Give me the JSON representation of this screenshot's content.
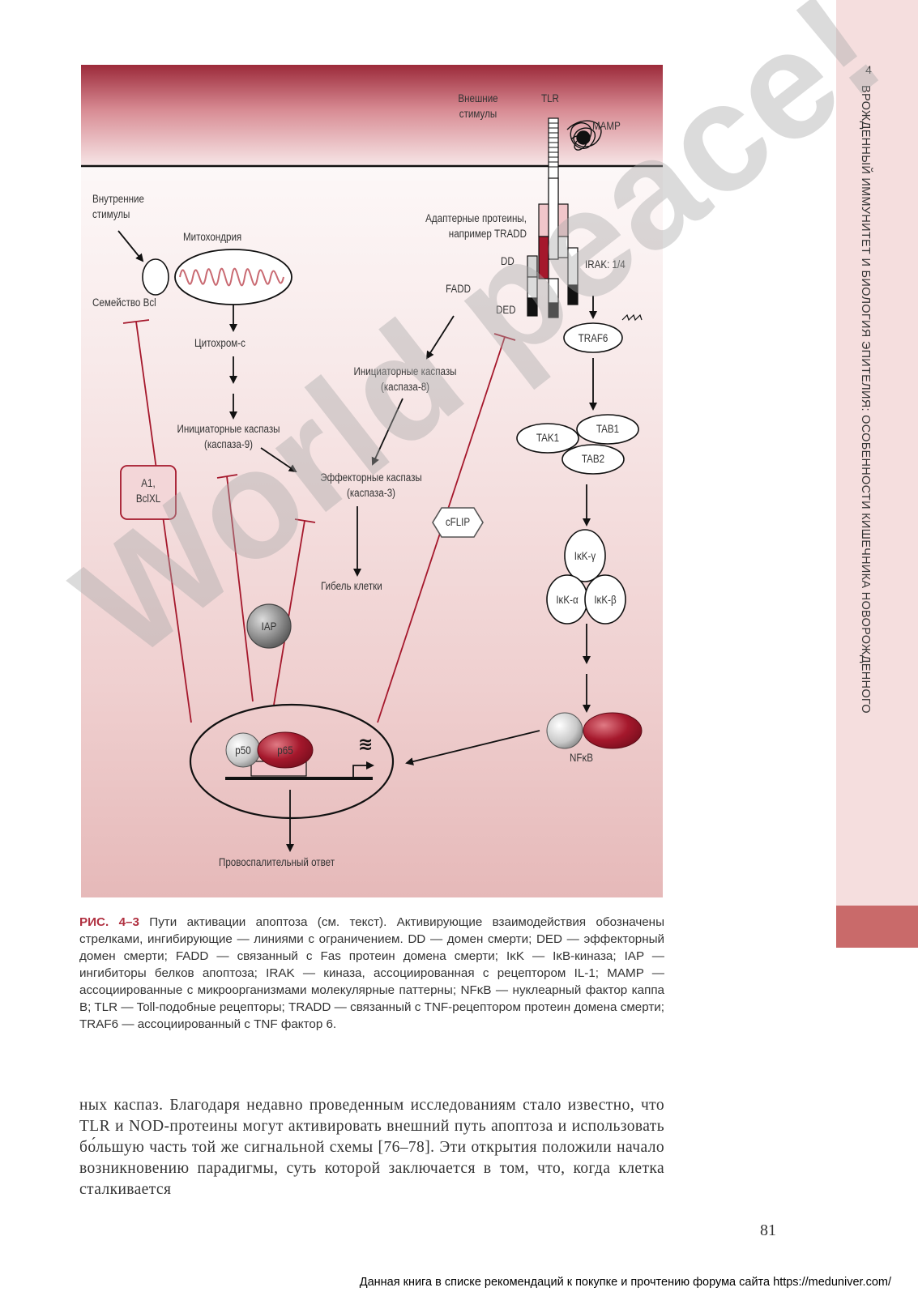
{
  "sidebar": {
    "chapter_number": "4",
    "chapter_title": "ВРОЖДЕННЫЙ ИММУНИТЕТ И БИОЛОГИЯ ЭПИТЕЛИЯ: ОСОБЕННОСТИ КИШЕЧНИКА НОВОРОЖДЕННОГО"
  },
  "figure": {
    "external_stimuli": [
      "Внешние",
      "стимулы"
    ],
    "tlr": "TLR",
    "mamp": "MAMP",
    "internal_stimuli": [
      "Внутренние",
      "стимулы"
    ],
    "mitochondria": "Митохондрия",
    "adapter_proteins": [
      "Адаптерные протеины,",
      "например TRADD"
    ],
    "dd": "DD",
    "ded": "DED",
    "irak": "IRAK: 1/4",
    "fadd": "FADD",
    "bcl_family": "Семейство Bcl",
    "cytochrome": "Цитохром-с",
    "traf6": "TRAF6",
    "initiator_caspases_8": [
      "Инициаторные каспазы",
      "(каспаза-8)"
    ],
    "initiator_caspases_9": [
      "Инициаторные каспазы",
      "(каспаза-9)"
    ],
    "effector_caspases": [
      "Эффекторные каспазы",
      "(каспаза-3)"
    ],
    "a1_bclxl": [
      "A1,",
      "BclXL"
    ],
    "cflip": "cFLIP",
    "tak1": "TAK1",
    "tab1": "TAB1",
    "tab2": "TAB2",
    "cell_death": "Гибель клетки",
    "ikk_gamma": "IκK-γ",
    "ikk_alpha": "IκK-α",
    "ikk_beta": "IκK-β",
    "iap": "IAP",
    "p50": "p50",
    "p65": "p65",
    "nfkb": "NFκB",
    "proinflammatory": "Провоспалительный ответ"
  },
  "caption": {
    "label": "РИС. 4–3",
    "text": "Пути активации апоптоза (см. текст). Активирующие взаимодействия обозначены стрелками, ингибирующие — линиями с ограничением. DD — домен смерти; DED — эффекторный домен смерти; FADD — связанный с Fas протеин домена смерти; IκK — IκB-киназа; IAP — ингибиторы белков апоптоза; IRAK — киназа, ассоциированная с рецептором IL-1; MAMP — ассоциированные с микроорганизмами молекулярные паттерны; NFκB — нуклеарный фактор каппа B; TLR — Toll-подобные рецепторы; TRADD — связанный с TNF-рецептором протеин домена смерти; TRAF6 — ассоциированный с TNF фактор 6."
  },
  "body_text": "ных каспаз. Благодаря недавно проведенным исследованиям стало известно, что TLR и NOD-протеины могут активировать внешний путь апоптоза и использовать бо́льшую часть той же сигнальной схемы [76–78]. Эти открытия положили начало возникновению парадигмы, суть которой заключается в том, что, когда клетка сталкивается",
  "page_number": "81",
  "footer": "Данная книга в списке рекомендаций к покупке и прочтению форума сайта https://meduniver.com/",
  "watermark": "World peace!"
}
